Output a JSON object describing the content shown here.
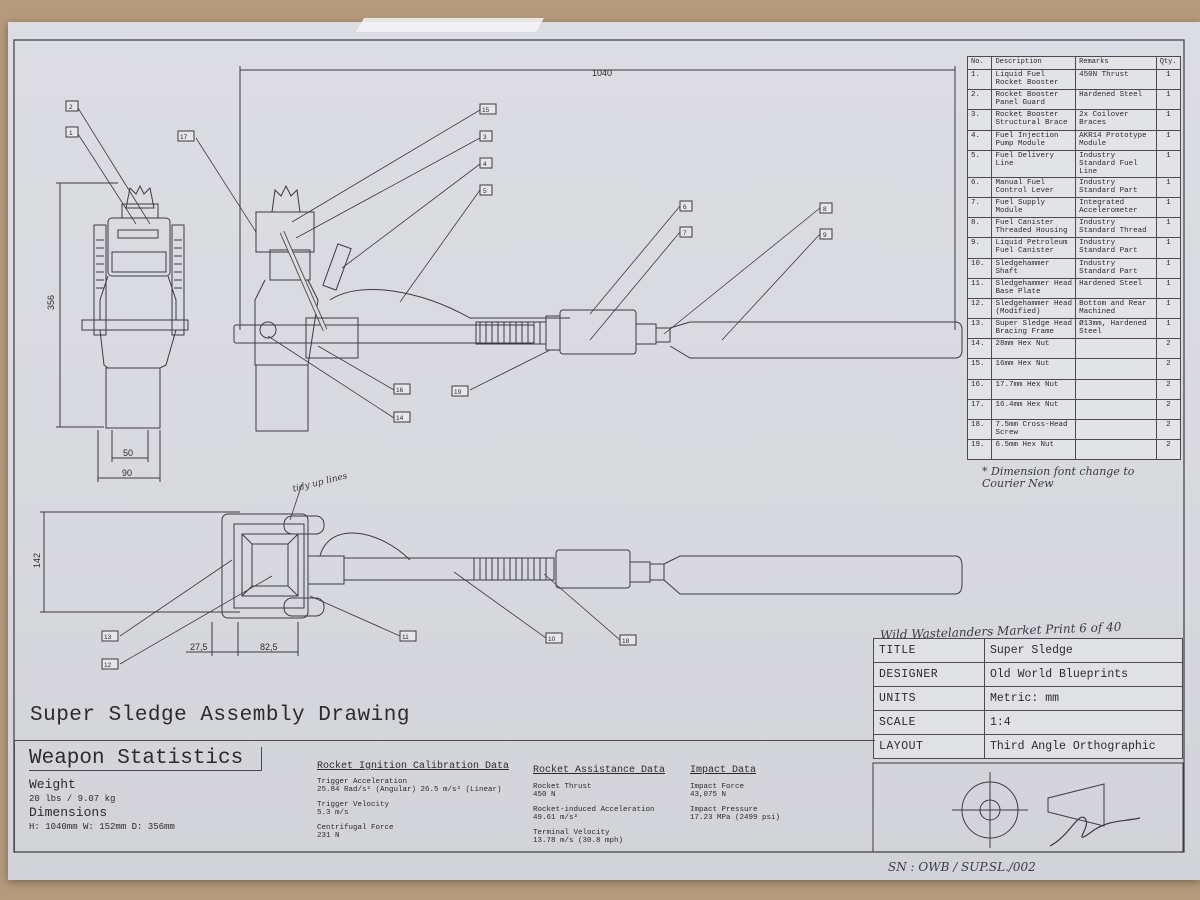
{
  "bom": {
    "headers": [
      "No.",
      "Description",
      "Remarks",
      "Qty."
    ],
    "rows": [
      {
        "no": "1.",
        "desc": "Liquid Fuel Rocket Booster",
        "rem": "450N Thrust",
        "qty": "1"
      },
      {
        "no": "2.",
        "desc": "Rocket Booster Panel Guard",
        "rem": "Hardened Steel",
        "qty": "1"
      },
      {
        "no": "3.",
        "desc": "Rocket Booster Structural Brace",
        "rem": "2x Coilover Braces",
        "qty": "1"
      },
      {
        "no": "4.",
        "desc": "Fuel Injection Pump Module",
        "rem": "AKR14 Prototype Module",
        "qty": "1"
      },
      {
        "no": "5.",
        "desc": "Fuel Delivery Line",
        "rem": "Industry Standard Fuel Line",
        "qty": "1"
      },
      {
        "no": "6.",
        "desc": "Manual Fuel Control Lever",
        "rem": "Industry Standard Part",
        "qty": "1"
      },
      {
        "no": "7.",
        "desc": "Fuel Supply Module",
        "rem": "Integrated Accelerometer",
        "qty": "1"
      },
      {
        "no": "8.",
        "desc": "Fuel Canister Threaded Housing",
        "rem": "Industry Standard Thread",
        "qty": "1"
      },
      {
        "no": "9.",
        "desc": "Liquid Petroleum Fuel Canister",
        "rem": "Industry Standard Part",
        "qty": "1"
      },
      {
        "no": "10.",
        "desc": "Sledgehammer Shaft",
        "rem": "Industry Standard Part",
        "qty": "1"
      },
      {
        "no": "11.",
        "desc": "Sledgehammer Head Base Plate",
        "rem": "Hardened Steel",
        "qty": "1"
      },
      {
        "no": "12.",
        "desc": "Sledgehammer Head (Modified)",
        "rem": "Bottom and Rear Machined",
        "qty": "1"
      },
      {
        "no": "13.",
        "desc": "Super Sledge Head Bracing Frame",
        "rem": "Ø13mm, Hardened Steel",
        "qty": "1"
      },
      {
        "no": "14.",
        "desc": "28mm Hex Nut",
        "rem": "",
        "qty": "2"
      },
      {
        "no": "15.",
        "desc": "16mm Hex Nut",
        "rem": "",
        "qty": "2"
      },
      {
        "no": "16.",
        "desc": "17.7mm Hex Nut",
        "rem": "",
        "qty": "2"
      },
      {
        "no": "17.",
        "desc": "16.4mm Hex Nut",
        "rem": "",
        "qty": "2"
      },
      {
        "no": "18.",
        "desc": "7.5mm Cross-Head Screw",
        "rem": "",
        "qty": "2"
      },
      {
        "no": "19.",
        "desc": "6.5mm Hex Nut",
        "rem": "",
        "qty": "2"
      }
    ]
  },
  "annotations": {
    "font_note": "* Dimension font change to Courier New",
    "tidy_note": "tidy up lines",
    "print_note": "Wild Wastelanders Market Print 6 of 40",
    "serial": "SN : OWB / SUP.SL./002"
  },
  "dimensions": {
    "length": "1040",
    "height": "356",
    "width_inner": "50",
    "width_outer": "90",
    "depth": "142",
    "offset_a": "27,5",
    "offset_b": "82,5"
  },
  "balloons": {
    "b1": "1",
    "b2": "2",
    "b3": "3",
    "b4": "4",
    "b5": "5",
    "b6": "6",
    "b7": "7",
    "b8": "8",
    "b9": "9",
    "b10": "10",
    "b11": "11",
    "b12": "12",
    "b13": "13",
    "b14": "14",
    "b15": "15",
    "b16": "16",
    "b17": "17",
    "b18": "18",
    "b19": "19"
  },
  "title_block": {
    "title_label": "TITLE",
    "title": "Super Sledge",
    "designer_label": "DESIGNER",
    "designer": "Old World Blueprints",
    "units_label": "UNITS",
    "units": "Metric: mm",
    "scale_label": "SCALE",
    "scale": "1:4",
    "layout_label": "LAYOUT",
    "layout": "Third Angle Orthographic"
  },
  "assembly_title": "Super Sledge Assembly Drawing",
  "stats": {
    "heading": "Weapon Statistics",
    "weight_label": "Weight",
    "weight": "20 lbs / 9.07 kg",
    "dimensions_label": "Dimensions",
    "dimensions": "H: 1040mm W: 152mm D: 356mm",
    "ignition": {
      "heading": "Rocket Ignition Calibration Data",
      "trigger_accel_label": "Trigger Acceleration",
      "trigger_accel": "25.84 Rad/s² (Angular) 26.5 m/s² (Linear)",
      "trigger_velocity_label": "Trigger Velocity",
      "trigger_velocity": "5.3 m/s",
      "centrifugal_label": "Centrifugal Force",
      "centrifugal": "231 N"
    },
    "assistance": {
      "heading": "Rocket Assistance Data",
      "thrust_label": "Rocket Thrust",
      "thrust": "450 N",
      "accel_label": "Rocket-induced Acceleration",
      "accel": "49.61 m/s²",
      "terminal_label": "Terminal Velocity",
      "terminal": "13.78 m/s (30.8 mph)"
    },
    "impact": {
      "heading": "Impact Data",
      "force_label": "Impact Force",
      "force": "43,075 N",
      "pressure_label": "Impact Pressure",
      "pressure": "17.23 MPa (2499 psi)"
    }
  }
}
